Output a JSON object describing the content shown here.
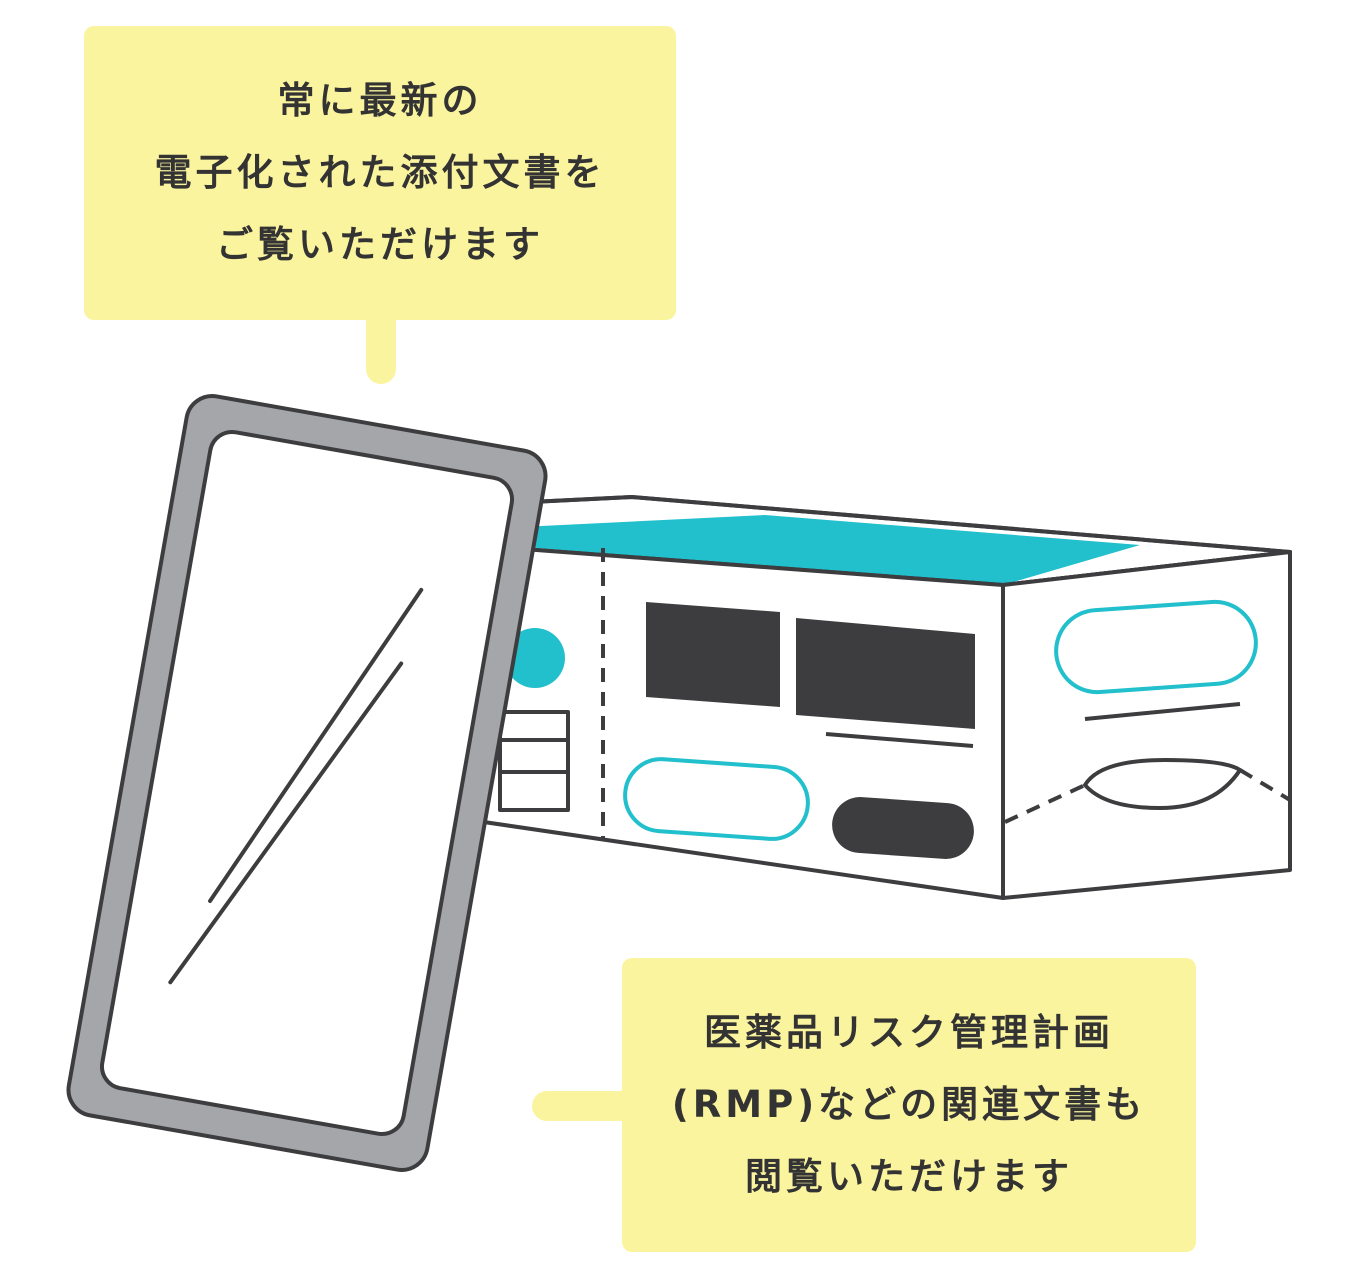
{
  "callout_top": {
    "lines": [
      "常に最新の",
      "電子化された添付文書を",
      "ご覧いただけます"
    ]
  },
  "callout_bottom": {
    "lines": [
      "医薬品リスク管理計画",
      "(RMP)などの関連文書も",
      "閲覧いただけます"
    ]
  },
  "colors": {
    "callout_bg": "#fbf49e",
    "accent_teal": "#22bfcc",
    "dark_gray": "#3d3d3f",
    "phone_frame": "#a5a6a9"
  },
  "icons": [
    "smartphone-icon",
    "medicine-box-icon"
  ]
}
